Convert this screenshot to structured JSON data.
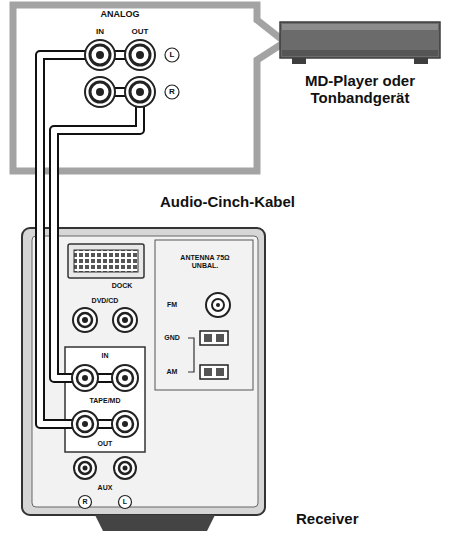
{
  "diagram": {
    "nodes": [
      {
        "text": [
          "MD-Player oder Tonbandgerät"
        ]
      },
      {
        "text": [
          "ANALOG"
        ]
      },
      {
        "text": [
          "Receiver"
        ]
      }
    ],
    "edges": [
      {
        "from": 1,
        "to": 2,
        "arrow": "none"
      },
      {
        "from": 1,
        "to": 2,
        "label": "Audio-Cinch-Kabel",
        "arrow": "none"
      }
    ],
    "labels": [
      "IN",
      "OUT",
      "L",
      "R",
      "DOCK",
      "ANTENNA 75Ω UNBAL.",
      "FM",
      "GND",
      "AM",
      "DVD/CD",
      "IN",
      "OUT",
      "TAPE/MD",
      "AUX",
      "R",
      "L"
    ]
  }
}
